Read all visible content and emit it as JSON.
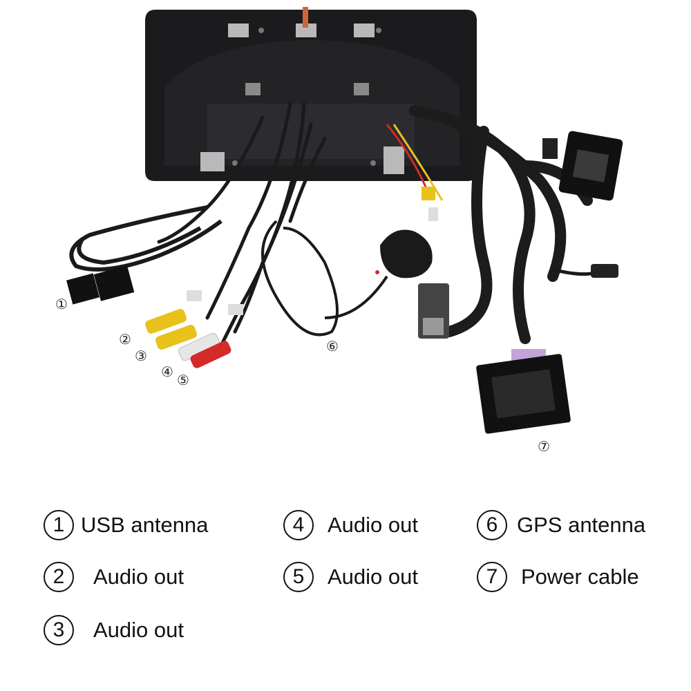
{
  "markers": [
    "①",
    "②",
    "③",
    "④",
    "⑤",
    "⑥",
    "⑦"
  ],
  "legend": [
    {
      "num": "1",
      "text": "USB antenna"
    },
    {
      "num": "2",
      "text": "Audio out"
    },
    {
      "num": "3",
      "text": "Audio out"
    },
    {
      "num": "4",
      "text": "Audio out"
    },
    {
      "num": "5",
      "text": "Audio out"
    },
    {
      "num": "6",
      "text": "GPS antenna"
    },
    {
      "num": "7",
      "text": "Power cable"
    }
  ],
  "colors": {
    "head_unit": "#1b1b1d",
    "cable": "#1a1a1a",
    "rca_yellow": "#e8c21a",
    "rca_red": "#d42a2a",
    "rca_white": "#e6e6e6",
    "connector_grey": "#b9b9b9",
    "background": "#ffffff"
  },
  "icons": [
    "head-unit-back",
    "usb-plug",
    "rca-plug",
    "gps-puck",
    "iso-power-connector",
    "quadlock-connector"
  ]
}
